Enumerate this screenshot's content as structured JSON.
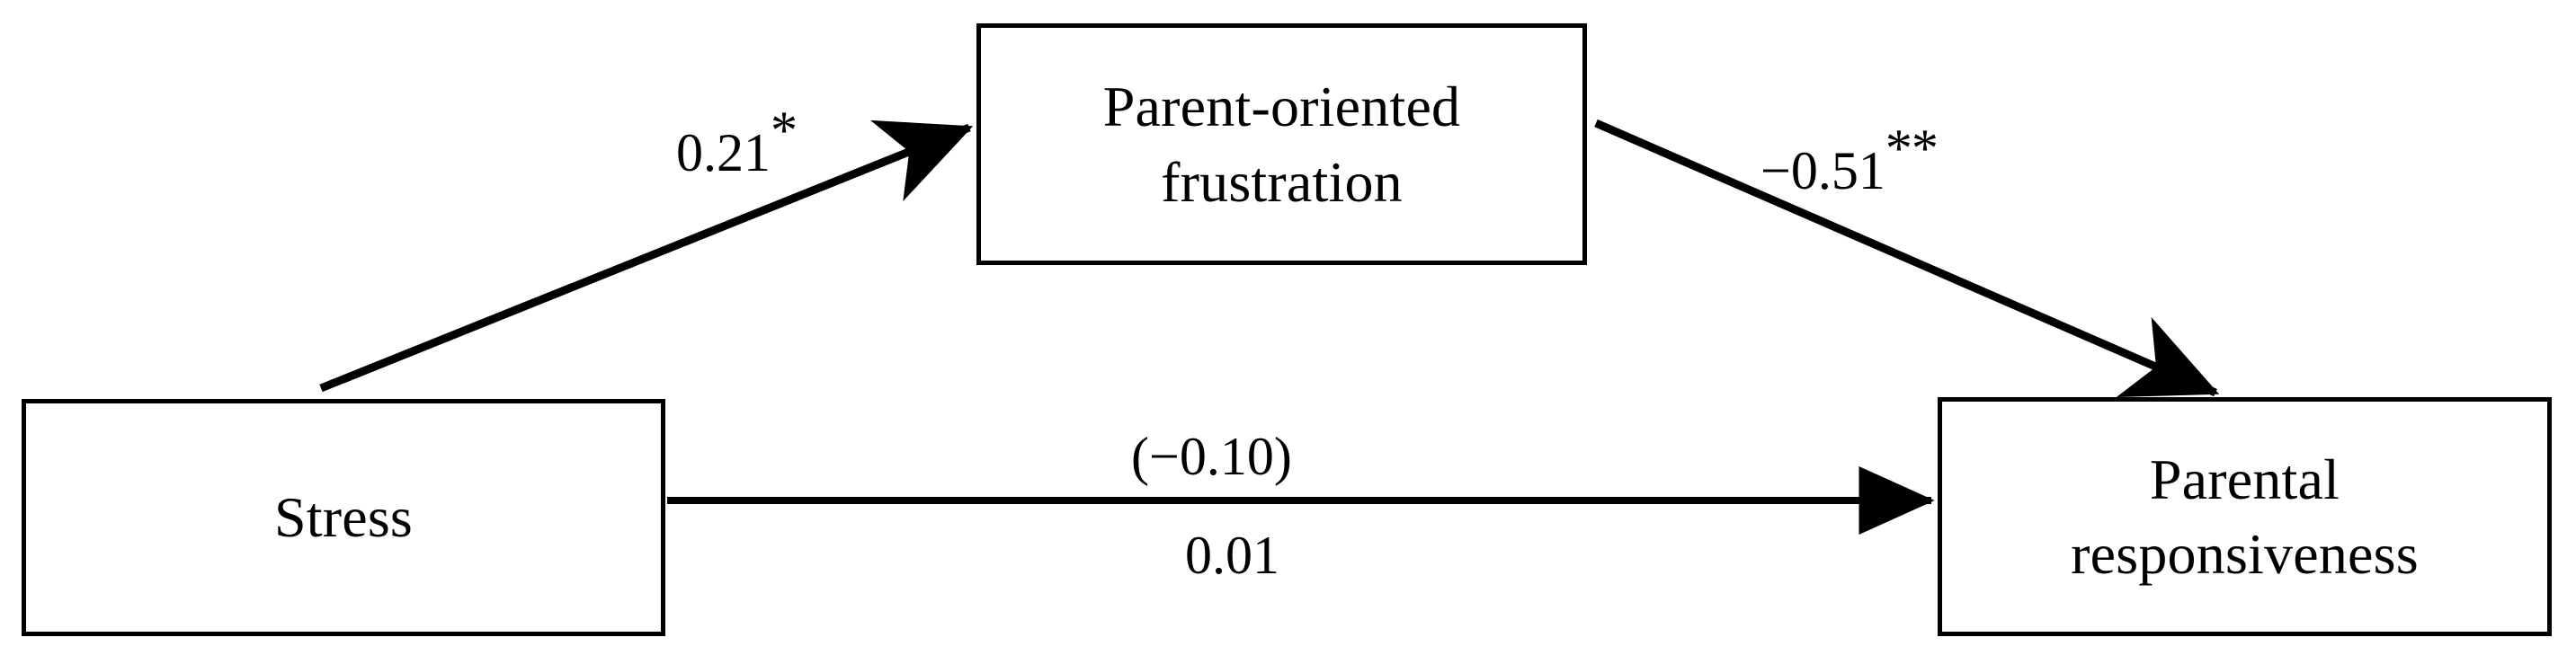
{
  "figure": {
    "type": "path-diagram",
    "background_color": "#ffffff",
    "stroke_color": "#000000"
  },
  "nodes": [
    {
      "id": "stress",
      "label": "Stress",
      "role": "predictor"
    },
    {
      "id": "frustration",
      "label": "Parent-oriented\nfrustration",
      "role": "mediator"
    },
    {
      "id": "responsiveness",
      "label": "Parental\nresponsiveness",
      "role": "outcome"
    }
  ],
  "edges": [
    {
      "id": "a-path",
      "from": "stress",
      "to": "frustration",
      "coefficient": "0.21",
      "significance": "*",
      "label": "0.21*"
    },
    {
      "id": "b-path",
      "from": "frustration",
      "to": "responsiveness",
      "coefficient": "−0.51",
      "significance": "**",
      "label": "−0.51**"
    },
    {
      "id": "c-direct",
      "from": "stress",
      "to": "responsiveness",
      "coefficient": "(−0.10)",
      "significance": "",
      "label": "(−0.10)"
    },
    {
      "id": "c-prime",
      "from": "stress",
      "to": "responsiveness",
      "coefficient": "0.01",
      "significance": "",
      "label": "0.01"
    }
  ],
  "chart_data": {
    "type": "diagram",
    "title": "",
    "nodes": [
      "Stress",
      "Parent-oriented frustration",
      "Parental responsiveness"
    ],
    "paths": [
      {
        "from": "Stress",
        "to": "Parent-oriented frustration",
        "value": 0.21,
        "label": "0.21*",
        "stars": 1
      },
      {
        "from": "Parent-oriented frustration",
        "to": "Parental responsiveness",
        "value": -0.51,
        "label": "−0.51**",
        "stars": 2
      },
      {
        "from": "Stress",
        "to": "Parental responsiveness",
        "value": -0.1,
        "label": "(−0.10)",
        "stars": 0
      },
      {
        "from": "Stress",
        "to": "Parental responsiveness",
        "value": 0.01,
        "label": "0.01",
        "stars": 0
      }
    ]
  }
}
